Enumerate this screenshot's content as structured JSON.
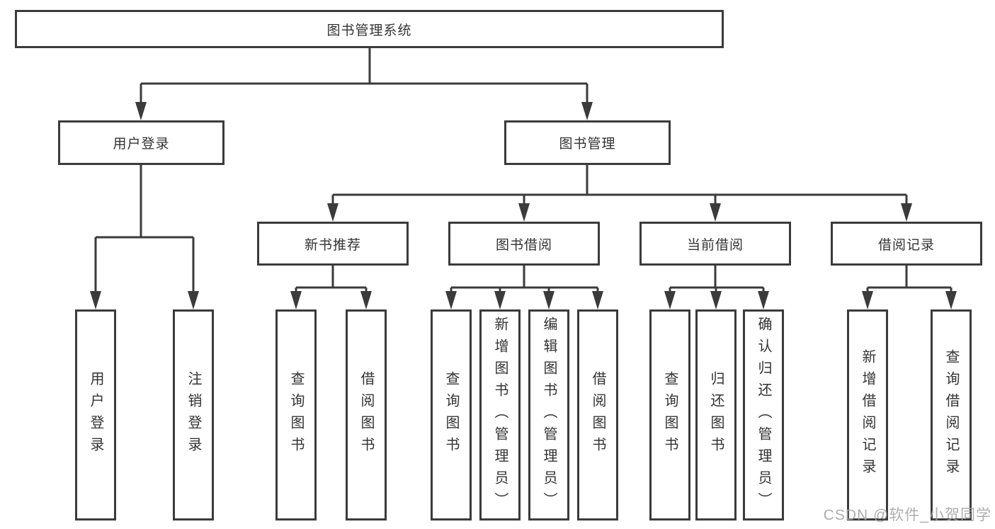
{
  "colors": {
    "line": "#3b3b3b",
    "box_border": "#3b3b3b",
    "text": "#333333",
    "background": "#ffffff",
    "watermark": "#a5a5a5"
  },
  "nodes": {
    "root": "图书管理系统",
    "branches": [
      {
        "label": "用户登录",
        "leaves": [
          "用户登录",
          "注销登录"
        ]
      },
      {
        "label": "图书管理",
        "sections": [
          {
            "label": "新书推荐",
            "leaves": [
              "查询图书",
              "借阅图书"
            ]
          },
          {
            "label": "图书借阅",
            "leaves": [
              "查询图书",
              "新增图书（管理员）",
              "编辑图书（管理员）",
              "借阅图书"
            ]
          },
          {
            "label": "当前借阅",
            "leaves": [
              "查询图书",
              "归还图书",
              "确认归还（管理员）"
            ]
          },
          {
            "label": "借阅记录",
            "leaves": [
              "新增借阅记录",
              "查询借阅记录"
            ]
          }
        ]
      }
    ]
  },
  "watermark": "CSDN @软件_小贺同学"
}
